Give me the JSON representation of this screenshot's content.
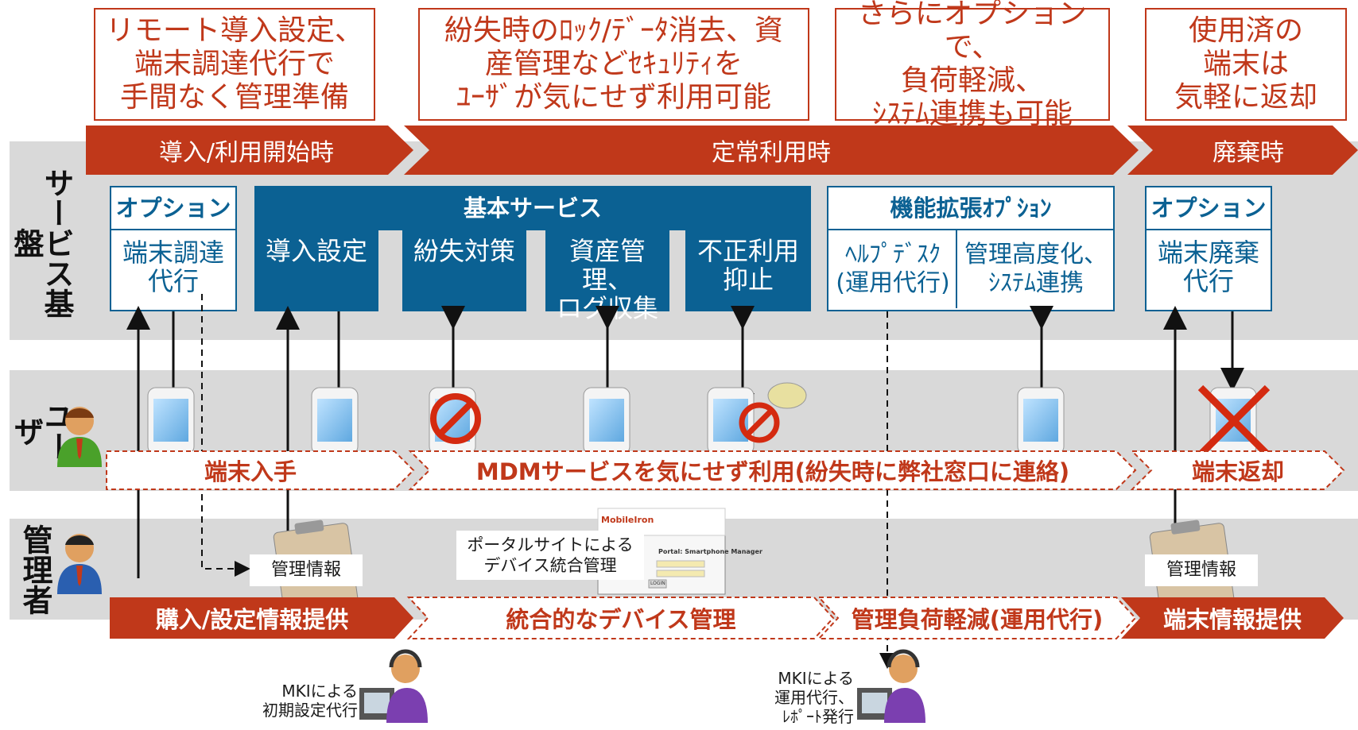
{
  "callouts": [
    {
      "text": "リモート導入設定、\n端末調達代行で\n手間なく管理準備"
    },
    {
      "text": "紛失時のﾛｯｸ/ﾃﾞｰﾀ消去、資\n産管理などｾｷｭﾘﾃｨを\nﾕｰｻﾞが気にせず利用可能"
    },
    {
      "text": "さらにオプションで、\n負荷軽減、\nｼｽﾃﾑ連携も可能"
    },
    {
      "text": "使用済の\n端末は\n気軽に返却"
    }
  ],
  "phases": [
    {
      "label": "導入/利用開始時"
    },
    {
      "label": "定常利用時"
    },
    {
      "label": "廃棄時"
    }
  ],
  "rows": {
    "service": "サービス基盤",
    "user": "ユーザ",
    "admin": "管理者"
  },
  "services": {
    "option_left_head": "オプション",
    "option_left_item": "端末調達\n代行",
    "basic_head": "基本サービス",
    "basic_items": [
      "導入設定",
      "紛失対策",
      "資産管理、\nログ収集",
      "不正利用\n抑止"
    ],
    "ext_head": "機能拡張ｵﾌﾟｼｮﾝ",
    "ext_items": [
      "ﾍﾙﾌﾟﾃﾞｽｸ\n(運用代行)",
      "管理高度化、\nｼｽﾃﾑ連携"
    ],
    "option_right_head": "オプション",
    "option_right_item": "端末廃棄\n代行"
  },
  "user_strips": [
    "端末入手",
    "MDMサービスを気にせず利用(紛失時に弊社窓口に連絡)",
    "端末返却"
  ],
  "admin_strips": [
    "購入/設定情報提供",
    "統合的なデバイス管理",
    "管理負荷軽減(運用代行)",
    "端末情報提供"
  ],
  "labels": {
    "mgmt_info_left": "管理情報",
    "mgmt_info_right": "管理情報",
    "portal": "ポータルサイトによる\nデバイス統合管理",
    "portal_brand": "MobileIron",
    "portal_title": "Portal: Smartphone Manager",
    "portal_button": "LOGIN",
    "mki_initial": "MKIによる\n初期設定代行",
    "mki_ops": "MKIによる\n運用代行、\nﾚﾎﾟｰﾄ発行"
  },
  "colors": {
    "accent_red": "#c0381a",
    "service_blue": "#0b6193",
    "band_gray": "#d9d9d9"
  }
}
